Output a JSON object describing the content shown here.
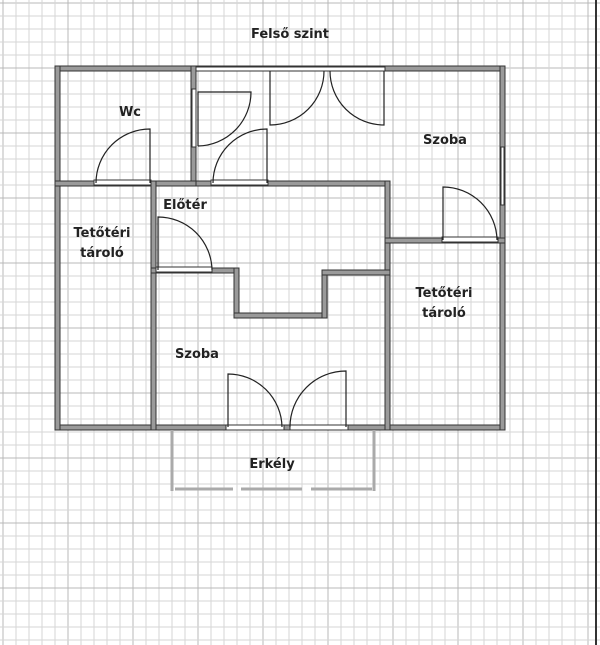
{
  "title": "Felső szint",
  "rooms": {
    "wc": "Wc",
    "room_top_right": "Szoba",
    "hall": "Előtér",
    "storage_left": [
      "Tetőtéri",
      "tároló"
    ],
    "storage_right": [
      "Tetőtéri",
      "tároló"
    ],
    "room_bottom": "Szoba",
    "balcony": "Erkély"
  },
  "colors": {
    "wall": "#9a9a9a",
    "grid_minor": "#d6d6d6",
    "grid_major": "#b8b8b8",
    "balcony": "#aaaaaa"
  }
}
